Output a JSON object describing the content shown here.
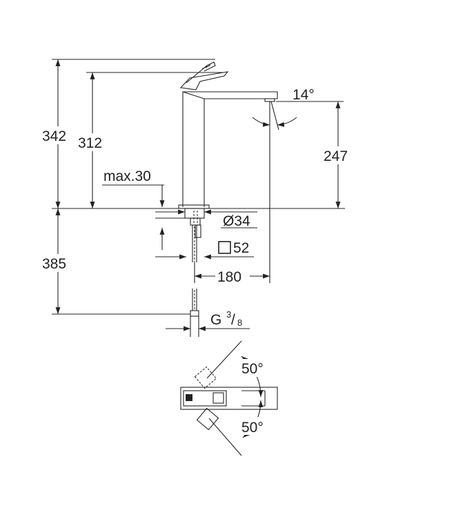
{
  "dimensions": {
    "total_height": "342",
    "spout_height": "312",
    "outlet_height": "247",
    "max_deck": "max.30",
    "spout_angle": "14°",
    "hole_diameter": "Ø34",
    "square_base": "52",
    "reach": "180",
    "below_deck": "385",
    "thread_prefix": "G",
    "thread_num": "3",
    "thread_den": "8",
    "handle_angle_top": "50°",
    "handle_angle_bottom": "50°"
  }
}
